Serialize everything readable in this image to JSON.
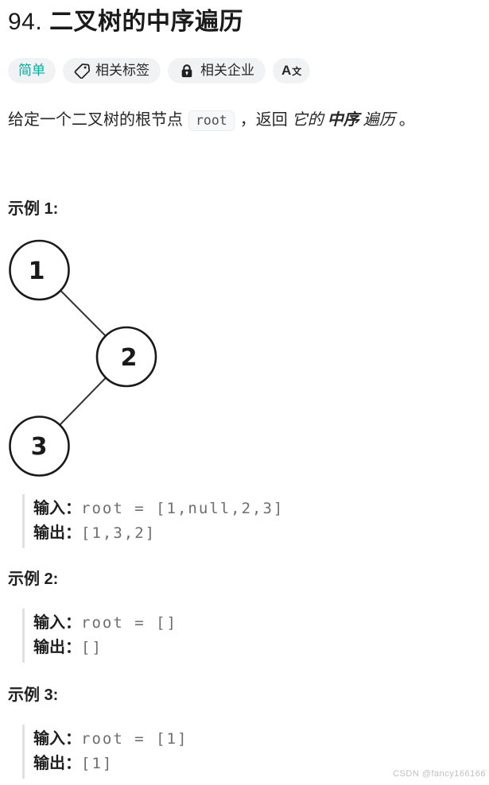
{
  "header": {
    "number": "94.",
    "title": "二叉树的中序遍历"
  },
  "badges": {
    "difficulty": "简单",
    "related_tags": "相关标签",
    "related_companies": "相关企业",
    "translate_main": "A",
    "translate_sub": "文"
  },
  "description": {
    "part1": "给定一个二叉树的根节点",
    "code": "root",
    "part2": "，返回",
    "italic1": "它的",
    "bold_italic": "中序",
    "italic2": "遍历",
    "period": "。"
  },
  "tree": {
    "nodes": [
      {
        "value": "1"
      },
      {
        "value": "2"
      },
      {
        "value": "3"
      }
    ],
    "edges": [
      {
        "from": "1",
        "to": "2",
        "side": "right"
      },
      {
        "from": "2",
        "to": "3",
        "side": "left"
      }
    ]
  },
  "examples": [
    {
      "heading": "示例 1:",
      "input_label": "输入：",
      "input_value": "root = [1,null,2,3]",
      "output_label": "输出：",
      "output_value": "[1,3,2]"
    },
    {
      "heading": "示例 2:",
      "input_label": "输入：",
      "input_value": "root = []",
      "output_label": "输出：",
      "output_value": "[]"
    },
    {
      "heading": "示例 3:",
      "input_label": "输入：",
      "input_value": "root = [1]",
      "output_label": "输出：",
      "output_value": "[1]"
    }
  ],
  "watermark": "CSDN @fancy166166",
  "colors": {
    "difficulty_text": "#00b0a0",
    "badge_bg": "#f1f2f3",
    "text_primary": "#262626",
    "example_value_text": "#6e6e6e",
    "tree_stroke": "#1a1a1a"
  }
}
